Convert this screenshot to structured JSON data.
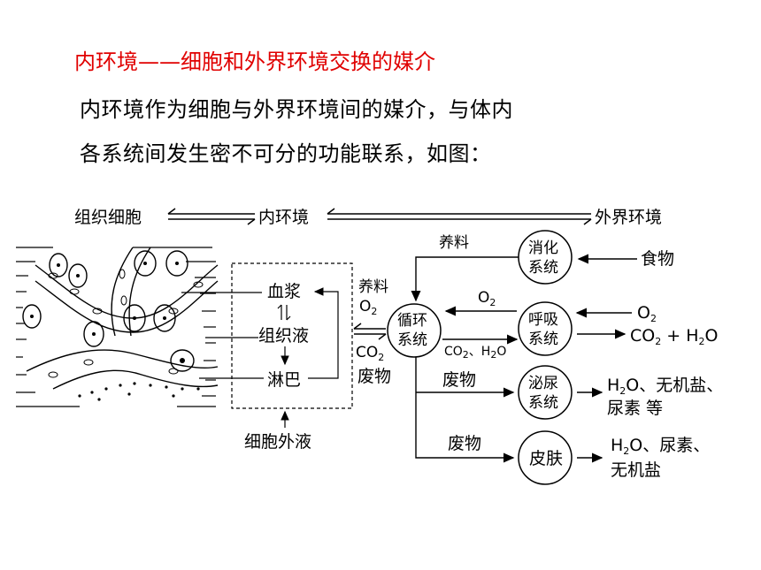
{
  "title": "内环境——细胞和外界环境交换的媒介",
  "paragraph": {
    "line1": "内环境作为细胞与外界环境间的媒介，与体内",
    "line2": "各系统间发生密不可分的功能联系，如图："
  },
  "diagram": {
    "top_left": "组织细胞",
    "top_mid": "内环境",
    "top_right": "外界环境",
    "plasma": "血浆",
    "tissue_fluid": "组织液",
    "lymph": "淋巴",
    "extracellular": "细胞外液",
    "nutrients": "养料",
    "o2": "O",
    "o2_sub": "2",
    "co2": "CO",
    "co2_sub": "2",
    "waste": "废物",
    "circulatory_1": "循环",
    "circulatory_2": "系统",
    "digestive_1": "消化",
    "digestive_2": "系统",
    "respiratory_1": "呼吸",
    "respiratory_2": "系统",
    "urinary_1": "泌尿",
    "urinary_2": "系统",
    "skin": "皮肤",
    "food": "食物",
    "nutrients_top": "养料",
    "co2_h2o_a": "CO",
    "co2_h2o_b": "2",
    "co2_h2o_c": "、H",
    "co2_h2o_d": "2",
    "co2_h2o_e": "O",
    "resp_out_a": "CO",
    "resp_out_b": "2",
    "resp_out_c": " + H",
    "resp_out_d": "2",
    "resp_out_e": "O",
    "urinary_out_1a": "H",
    "urinary_out_1b": "2",
    "urinary_out_1c": "O、无机盐、",
    "urinary_out_2": "尿素 等",
    "skin_out_1a": "H",
    "skin_out_1b": "2",
    "skin_out_1c": "O、尿素、",
    "skin_out_2": "无机盐",
    "waste_urinary": "废物",
    "waste_skin": "废物"
  },
  "colors": {
    "title": "#e00000",
    "text": "#000000"
  }
}
